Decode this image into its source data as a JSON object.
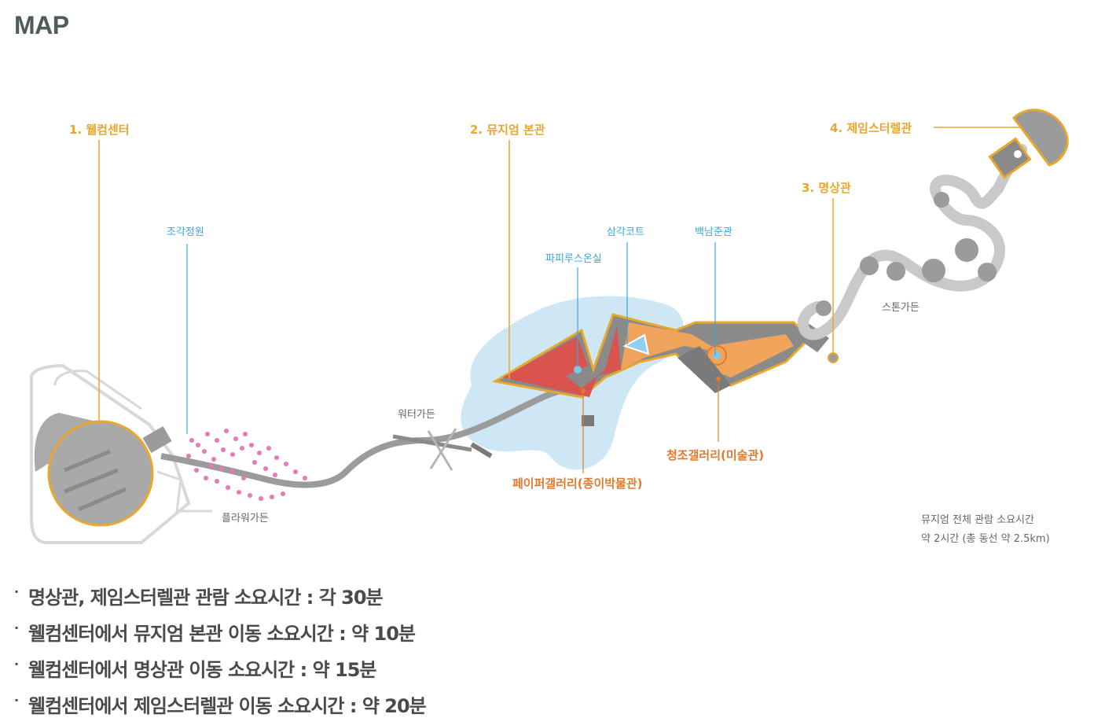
{
  "header": {
    "title": "MAP"
  },
  "map": {
    "main_labels": {
      "welcome": "1. 웰컴센터",
      "museum": "2. 뮤지엄 본관",
      "meditation": "3. 명상관",
      "turrell": "4. 제임스터렐관"
    },
    "sub_labels": {
      "sculpture": "조각정원",
      "papyrus": "파피루스온실",
      "triangle": "삼각코트",
      "paik": "백남준관"
    },
    "gallery_labels": {
      "paper": "페이퍼갤러리(종이박물관)",
      "cheongjo": "청조갤러리(미술관)"
    },
    "garden_labels": {
      "water": "워터가든",
      "flower": "플라워가든",
      "stone": "스톤가든"
    },
    "note": {
      "line1": "뮤지엄 전체 관람 소요시간",
      "line2": "약 2시간 (총 동선 약 2.5km)"
    },
    "colors": {
      "leader": "#e9a72d",
      "sub_leader": "#3aa7dc",
      "gallery": "#e2792f",
      "water": "#cde7f5",
      "flower": "#e879b8",
      "path": "#9b9b9b"
    }
  },
  "info": {
    "items": [
      "명상관, 제임스터렐관 관람 소요시간 : 각 30분",
      "웰컴센터에서 뮤지엄 본관 이동 소요시간 : 약 10분",
      "웰컴센터에서 명상관 이동 소요시간 : 약 15분",
      "웰컴센터에서 제임스터렐관 이동 소요시간 : 약 20분"
    ]
  }
}
